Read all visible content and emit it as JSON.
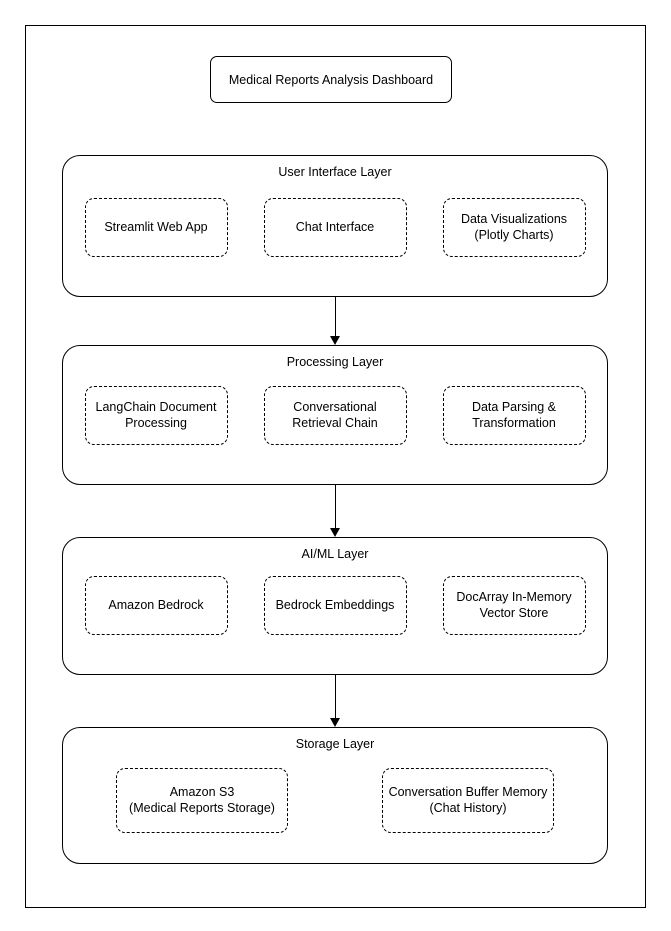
{
  "diagram": {
    "title": "Medical Reports Analysis Dashboard",
    "layers": [
      {
        "label": "User Interface Layer",
        "boxes": [
          {
            "label": "Streamlit Web App"
          },
          {
            "label": "Chat Interface"
          },
          {
            "label": "Data Visualizations\n(Plotly Charts)"
          }
        ]
      },
      {
        "label": "Processing Layer",
        "boxes": [
          {
            "label": "LangChain Document\nProcessing"
          },
          {
            "label": "Conversational\nRetrieval Chain"
          },
          {
            "label": "Data Parsing &\nTransformation"
          }
        ]
      },
      {
        "label": "AI/ML Layer",
        "boxes": [
          {
            "label": "Amazon Bedrock"
          },
          {
            "label": "Bedrock Embeddings"
          },
          {
            "label": "DocArray In-Memory\nVector Store"
          }
        ]
      },
      {
        "label": "Storage Layer",
        "boxes": [
          {
            "label": "Amazon S3\n(Medical Reports Storage)"
          },
          {
            "label": "Conversation Buffer Memory\n(Chat History)"
          }
        ]
      }
    ],
    "colors": {
      "stroke": "#000000",
      "background": "#ffffff"
    }
  }
}
